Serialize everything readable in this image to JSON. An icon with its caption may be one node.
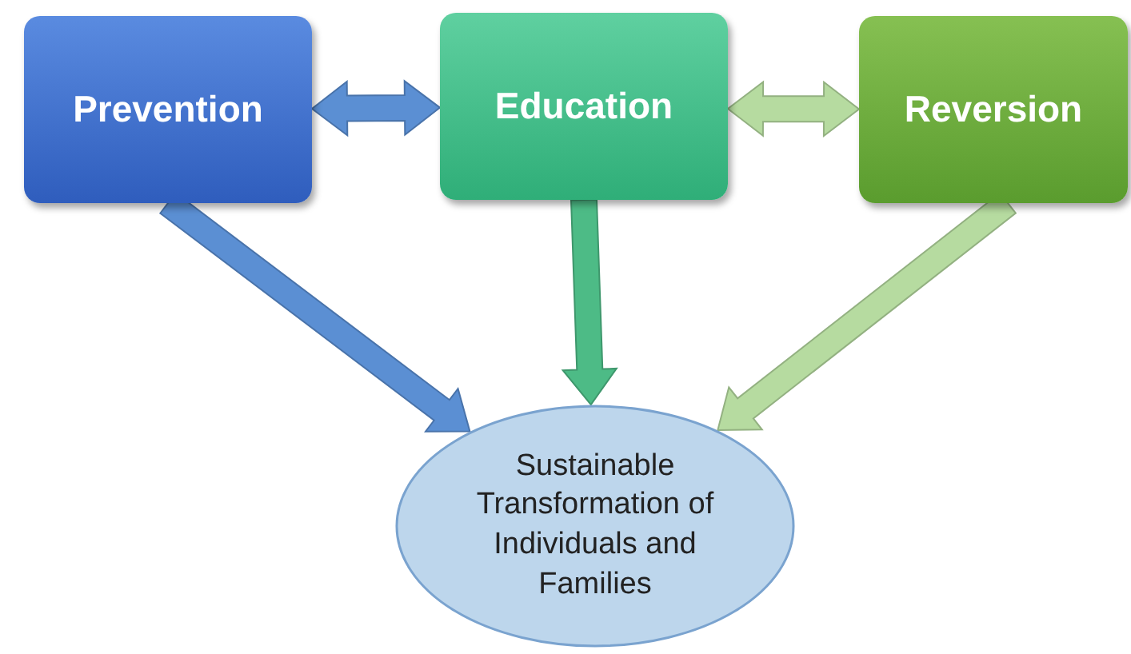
{
  "diagram": {
    "nodes": [
      {
        "text": [
          "Prevention"
        ]
      },
      {
        "text": [
          "Education"
        ]
      },
      {
        "text": [
          "Reversion"
        ]
      },
      {
        "text": [
          "Sustainable Transformation of Individuals and Families"
        ]
      }
    ],
    "edges": [
      {
        "from": 0,
        "to": 1,
        "arrow": "both",
        "style": "thick",
        "color": "#5b8fd3"
      },
      {
        "from": 1,
        "to": 2,
        "arrow": "both",
        "style": "thick",
        "color": "#b6dba0"
      },
      {
        "from": 0,
        "to": 3,
        "arrow": "to",
        "style": "thick",
        "color": "#5b8fd3"
      },
      {
        "from": 1,
        "to": 3,
        "arrow": "to",
        "style": "thick",
        "color": "#4dbb86"
      },
      {
        "from": 2,
        "to": 3,
        "arrow": "to",
        "style": "thick",
        "color": "#b6dba0"
      }
    ]
  }
}
